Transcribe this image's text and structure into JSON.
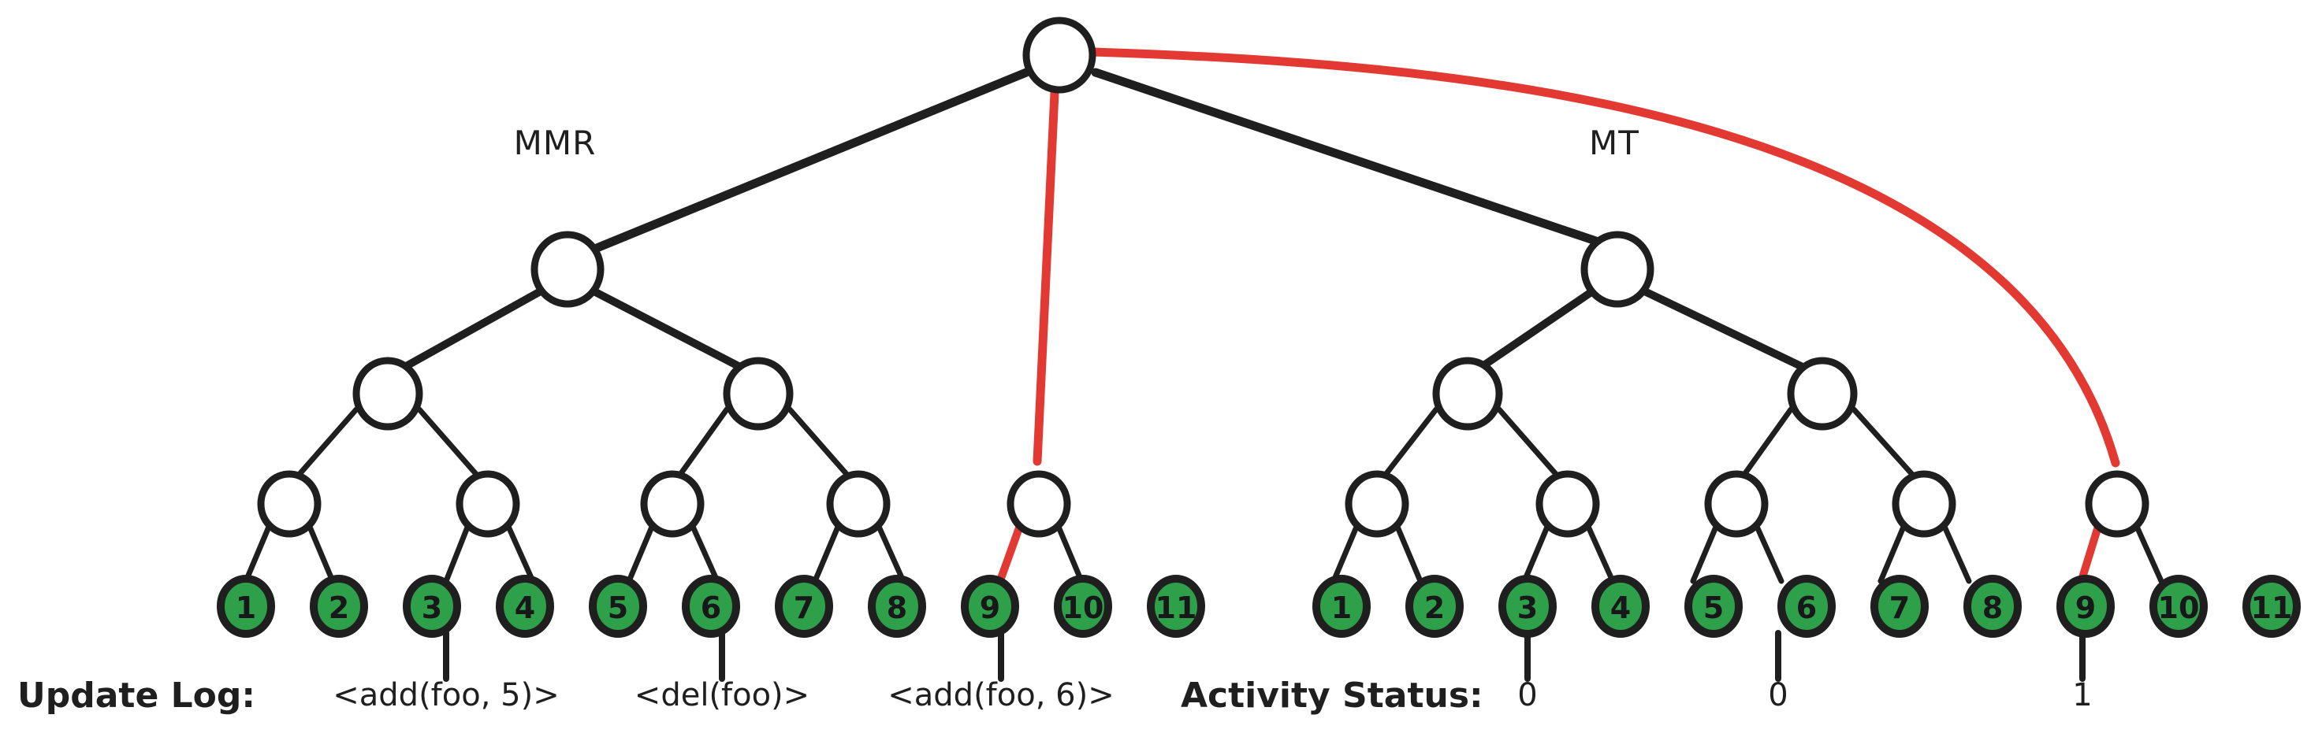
{
  "diagram": {
    "title_labels": {
      "left_tree": "MMR",
      "right_tree": "MT"
    },
    "legend": {
      "update_log_label": "Update Log:",
      "activity_status_label": "Activity Status:"
    },
    "colors": {
      "leaf_fill": "#2ea04a",
      "stroke": "#1f1f1f",
      "highlight": "#e23a33",
      "background": "#ffffff"
    },
    "left_tree": {
      "name": "MMR",
      "leaves": [
        "1",
        "2",
        "3",
        "4",
        "5",
        "6",
        "7",
        "8",
        "9",
        "10",
        "11"
      ],
      "highlighted_leaf": "9",
      "internal_node_count": 9
    },
    "right_tree": {
      "name": "MT",
      "leaves": [
        "1",
        "2",
        "3",
        "4",
        "5",
        "6",
        "7",
        "8",
        "9",
        "10",
        "11"
      ],
      "highlighted_leaf": "9",
      "internal_node_count": 9
    },
    "update_log": [
      {
        "leaf": "3",
        "text": "<add(foo, 5)>"
      },
      {
        "leaf": "6",
        "text": "<del(foo)>"
      },
      {
        "leaf": "9",
        "text": "<add(foo, 6)>"
      }
    ],
    "activity_status": [
      {
        "leaf": "3",
        "value": "0"
      },
      {
        "leaf": "6",
        "value": "0"
      },
      {
        "leaf": "9",
        "value": "1"
      }
    ]
  }
}
